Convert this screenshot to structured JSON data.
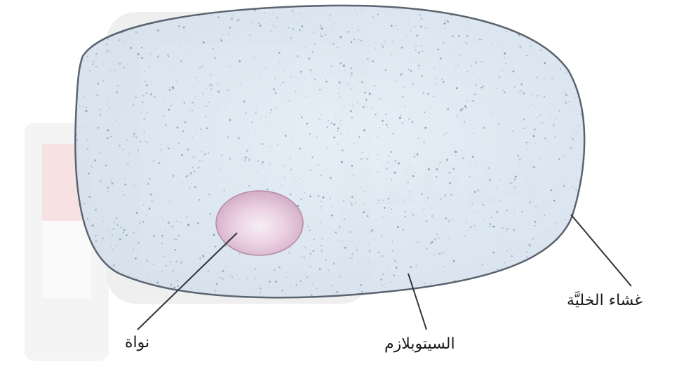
{
  "diagram": {
    "labels": {
      "nucleus": "نواة",
      "cytoplasm": "السيتوبلازم",
      "membrane": "غشاء الخليَّة"
    },
    "watermark": {
      "year": "2024"
    }
  },
  "colors": {
    "cytoplasm_fill": "#dbe6f1",
    "cytoplasm_speckle": "#6e7f93",
    "membrane_stroke": "#5a6470",
    "nucleus_fill": "#e8c9dc",
    "nucleus_highlight": "#f7eef4",
    "leader_line": "#2e3338",
    "watermark_gray": "#e6e6e6",
    "watermark_red": "#f3d2d4"
  }
}
